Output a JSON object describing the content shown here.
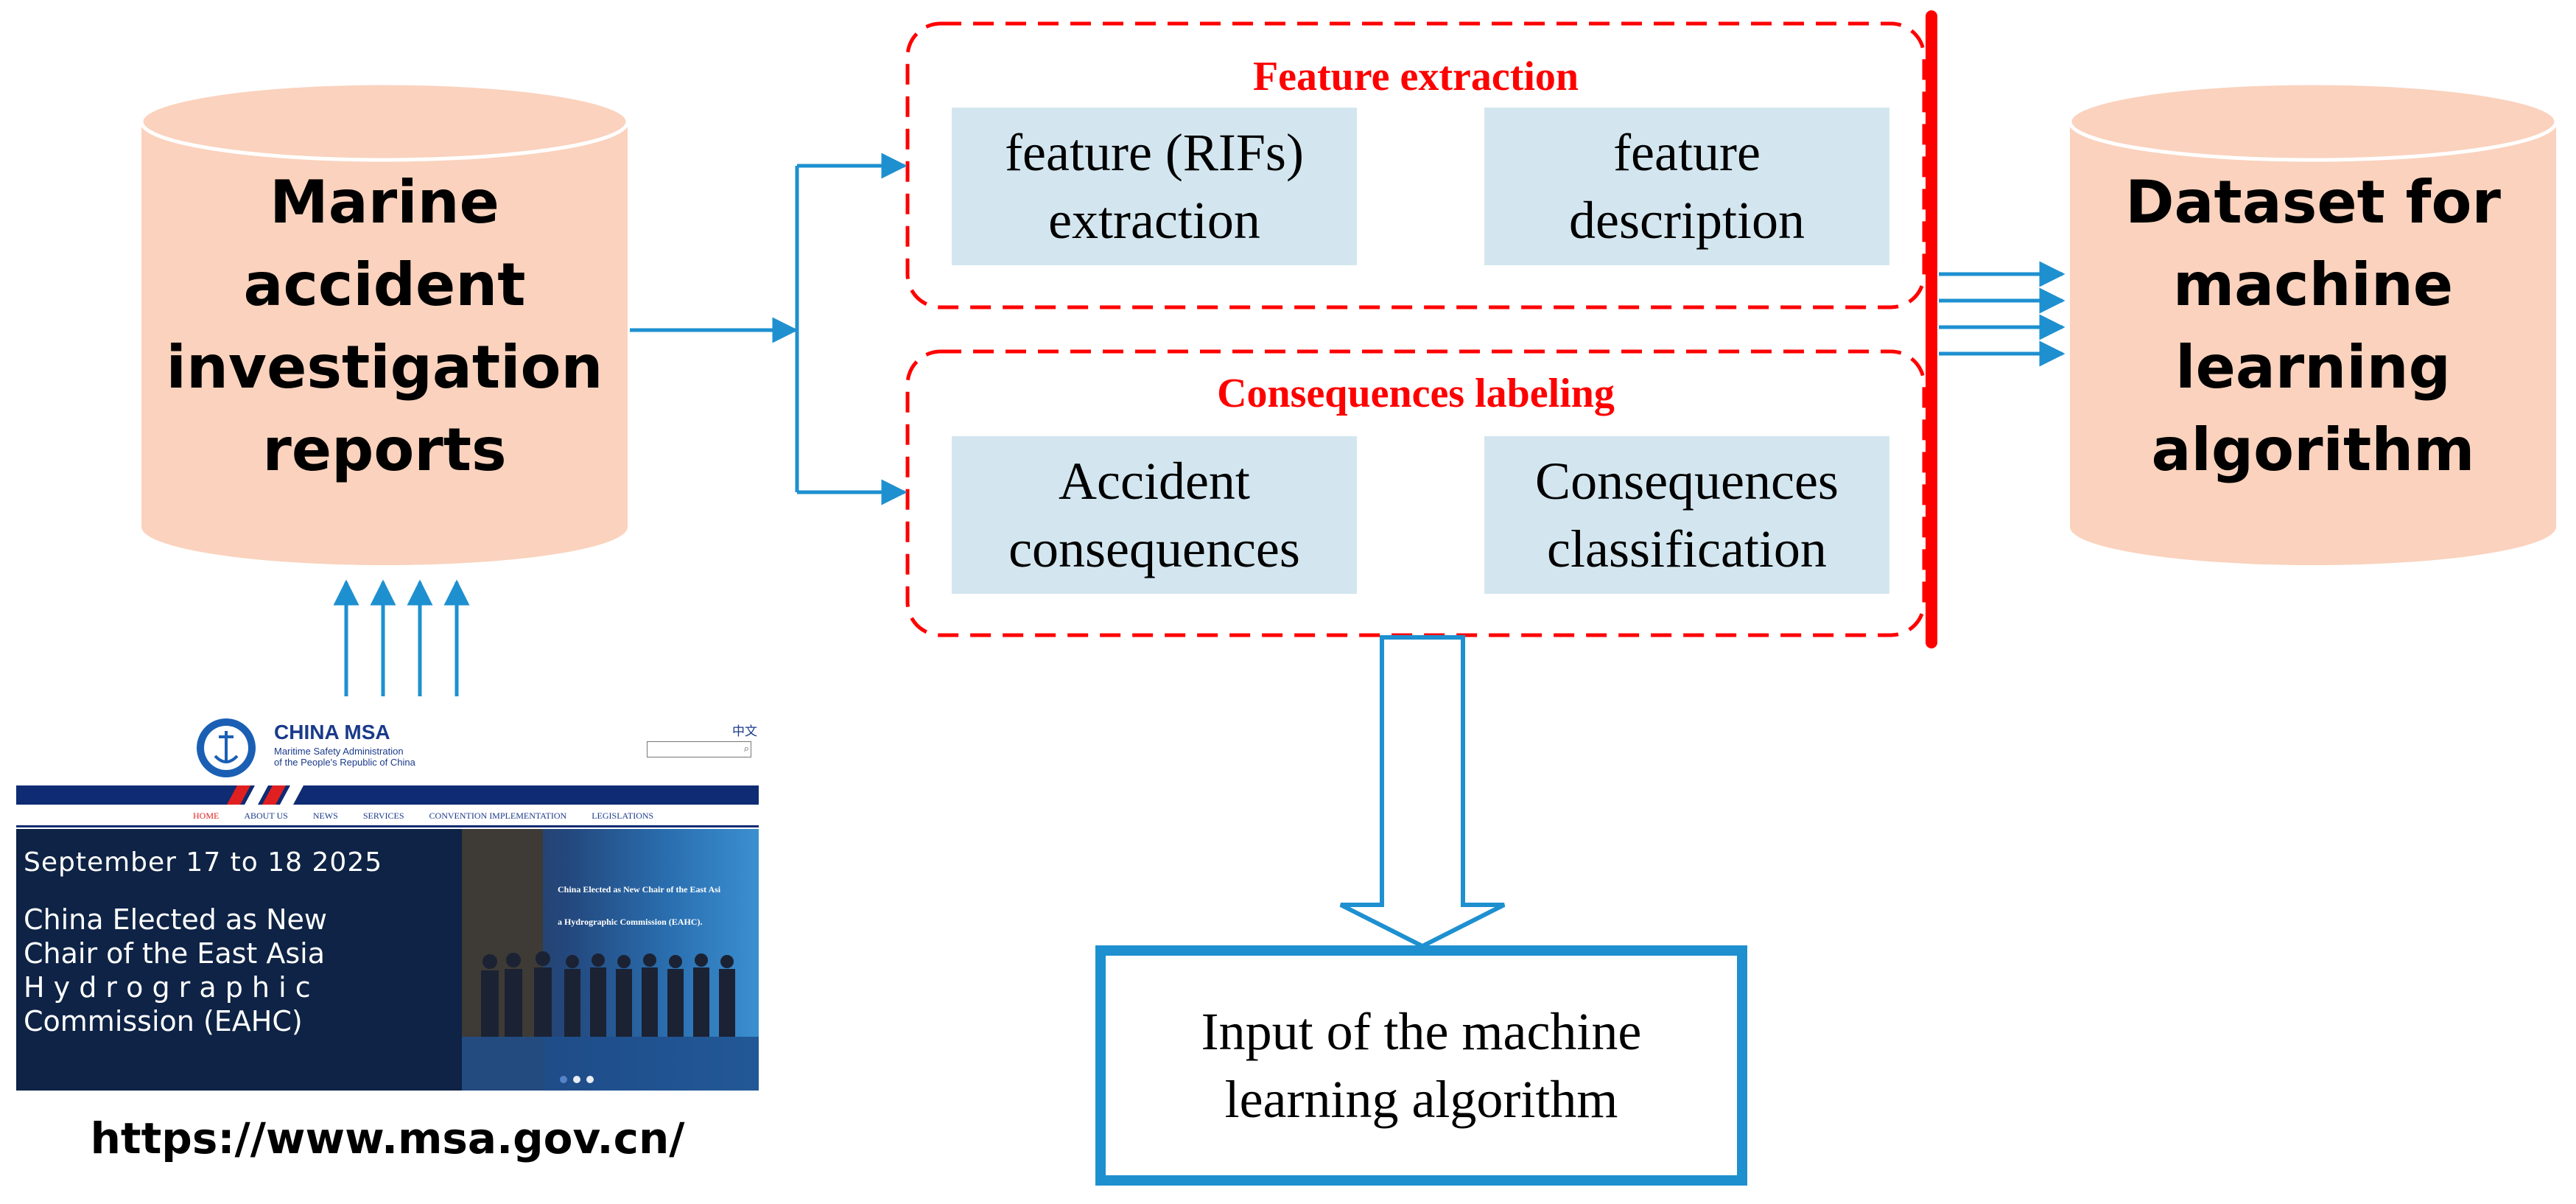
{
  "source_db": {
    "label": "Marine\naccident\ninvestigation\nreports"
  },
  "target_db": {
    "label": "Dataset for\nmachine\nlearning\nalgorithm"
  },
  "feature_group": {
    "title": "Feature extraction",
    "boxes": [
      "feature (RIFs)\nextraction",
      "feature\ndescription"
    ]
  },
  "consequence_group": {
    "title": "Consequences labeling",
    "boxes": [
      "Accident\nconsequences",
      "Consequences\nclassification"
    ]
  },
  "output_box": {
    "label": "Input of the machine\nlearning algorithm"
  },
  "website": {
    "org_name": "CHINA MSA",
    "org_subtitle": "Maritime Safety Administration\nof the People's Republic of China",
    "lang_switch": "中文",
    "nav": [
      "HOME",
      "ABOUT US",
      "NEWS",
      "SERVICES",
      "CONVENTION IMPLEMENTATION",
      "LEGISLATIONS"
    ],
    "hero_date": "September 17 to 18 2025",
    "hero_title": "China Elected as New\nChair of the East Asia\nH y d r o g r a p h i c\nCommission (EAHC)",
    "hero_caption": "China Elected as New Chair of the East Asi\na Hydrographic Commission (EAHC).",
    "url": "https://www.msa.gov.cn/"
  },
  "colors": {
    "db_fill": "#fad2bd",
    "arrow": "#1e90d0",
    "dashed_border": "#ff0000",
    "feature_box": "#d3e6ef",
    "output_border": "#1e90d0"
  }
}
